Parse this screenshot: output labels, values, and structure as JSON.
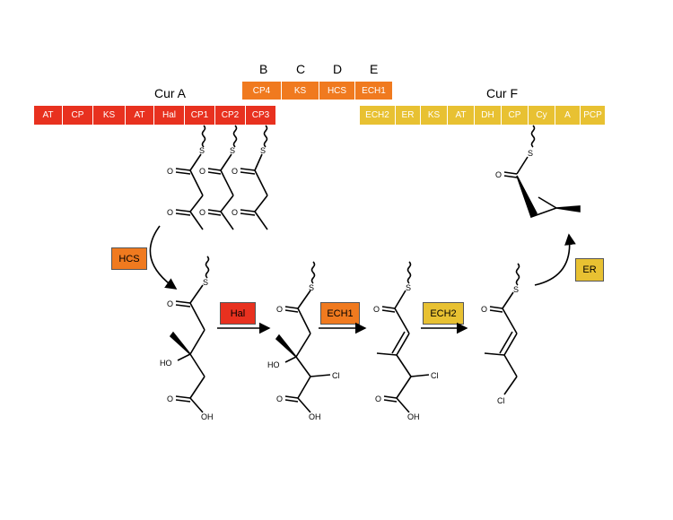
{
  "cur_a": {
    "title": "Cur A",
    "color": "#e8311f",
    "domains": [
      "AT",
      "CP",
      "KS",
      "AT",
      "Hal",
      "CP1",
      "CP2",
      "CP3"
    ]
  },
  "cur_bcde": {
    "letters": [
      "B",
      "C",
      "D",
      "E"
    ],
    "color": "#f07a1f",
    "domains": [
      "CP4",
      "KS",
      "HCS",
      "ECH1"
    ]
  },
  "cur_f": {
    "title": "Cur F",
    "color": "#e8c132",
    "domains": [
      "ECH2",
      "ER",
      "KS",
      "AT",
      "DH",
      "CP",
      "Cy",
      "A",
      "PCP"
    ]
  },
  "enzymes": {
    "hcs": {
      "label": "HCS",
      "color": "#f07a1f"
    },
    "hal": {
      "label": "Hal",
      "color": "#e8311f"
    },
    "ech1": {
      "label": "ECH1",
      "color": "#f07a1f"
    },
    "ech2": {
      "label": "ECH2",
      "color": "#e8c132"
    },
    "er": {
      "label": "ER",
      "color": "#e8c132"
    }
  },
  "atoms": {
    "s": "S",
    "o": "O",
    "ho": "HO",
    "oh": "OH",
    "cl": "Cl"
  }
}
